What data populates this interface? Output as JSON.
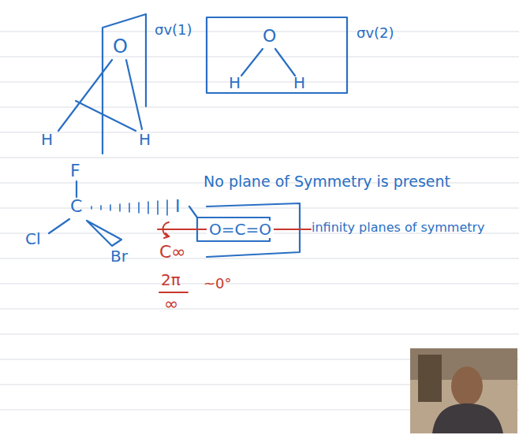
{
  "diagram": {
    "labels": [
      "O",
      "σv(1)",
      "H",
      "H",
      "O",
      "σv(2)",
      "H",
      "H",
      "F",
      "C",
      "I",
      "Cl",
      "Br",
      "No plane of Symmetry is present",
      "O=C=O",
      "infinity planes of symmetry",
      "C∞",
      "2π",
      "∞",
      "~0°"
    ]
  }
}
